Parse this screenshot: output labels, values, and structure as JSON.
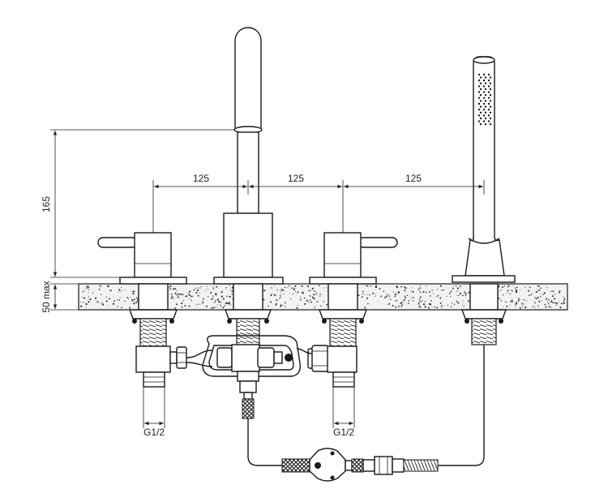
{
  "dimensions": {
    "spacing_1": "125",
    "spacing_2": "125",
    "spacing_3": "125",
    "height": "165",
    "deck_thickness": "50 max",
    "thread_left": "G1/2",
    "thread_right": "G1/2"
  },
  "colors": {
    "line": "#1a1a1a",
    "deck_fill": "#f2f2f2",
    "speckle": "#2a2a2a"
  }
}
